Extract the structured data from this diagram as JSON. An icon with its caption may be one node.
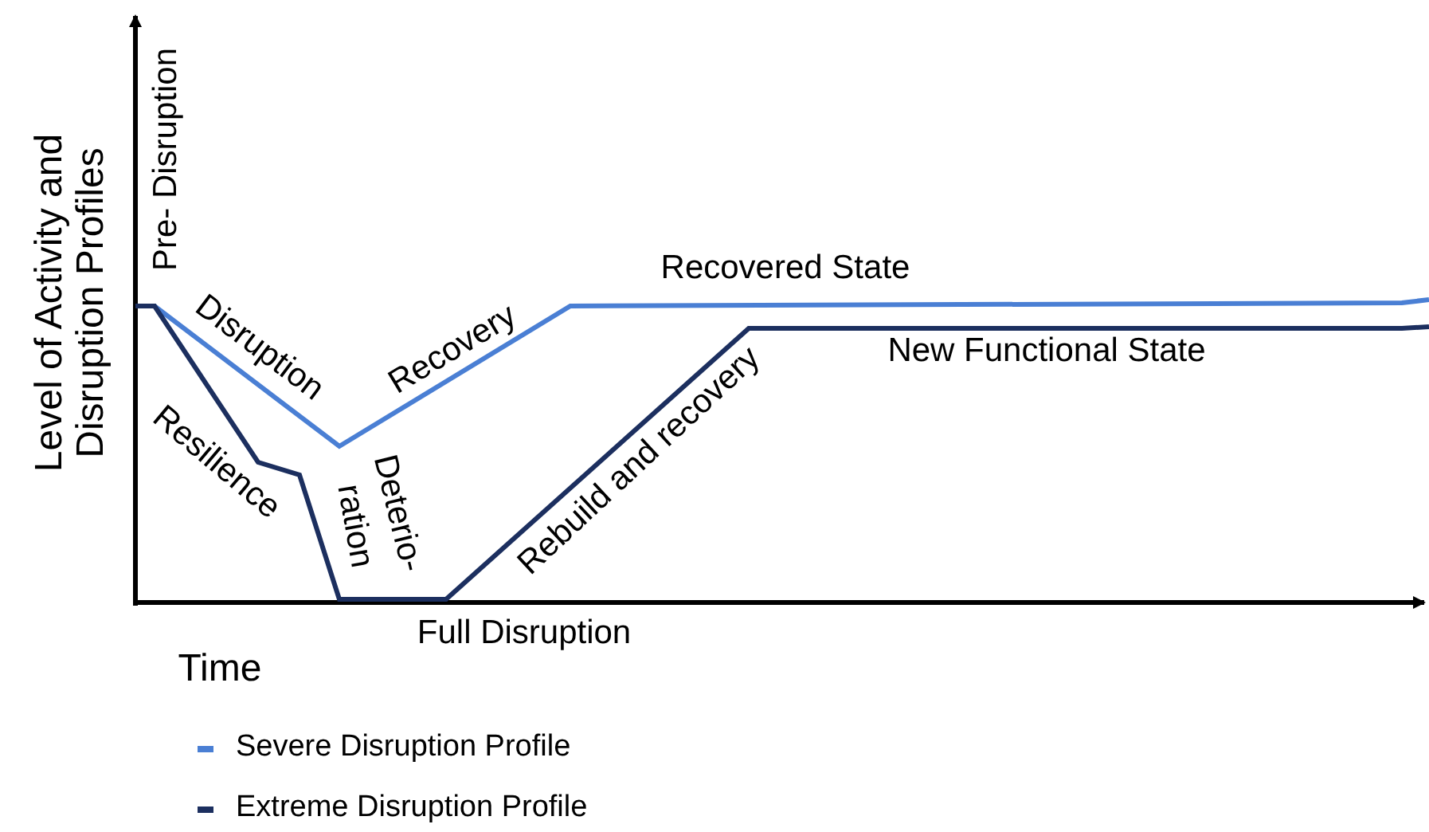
{
  "diagram": {
    "labels": [
      "Level of Activity and Disruption Profiles",
      "Pre- Disruption",
      "Recovered State",
      "Disruption",
      "Recovery",
      "New Functional State",
      "Resilience",
      "Rebuild and recovery",
      "Deterio-",
      "ration",
      "Full Disruption",
      "Time"
    ],
    "legend": [
      {
        "text": "Severe Disruption Profile",
        "color": "#4a7fd4"
      },
      {
        "text": "Extreme Disruption Profile",
        "color": "#1c2f5f"
      }
    ]
  }
}
